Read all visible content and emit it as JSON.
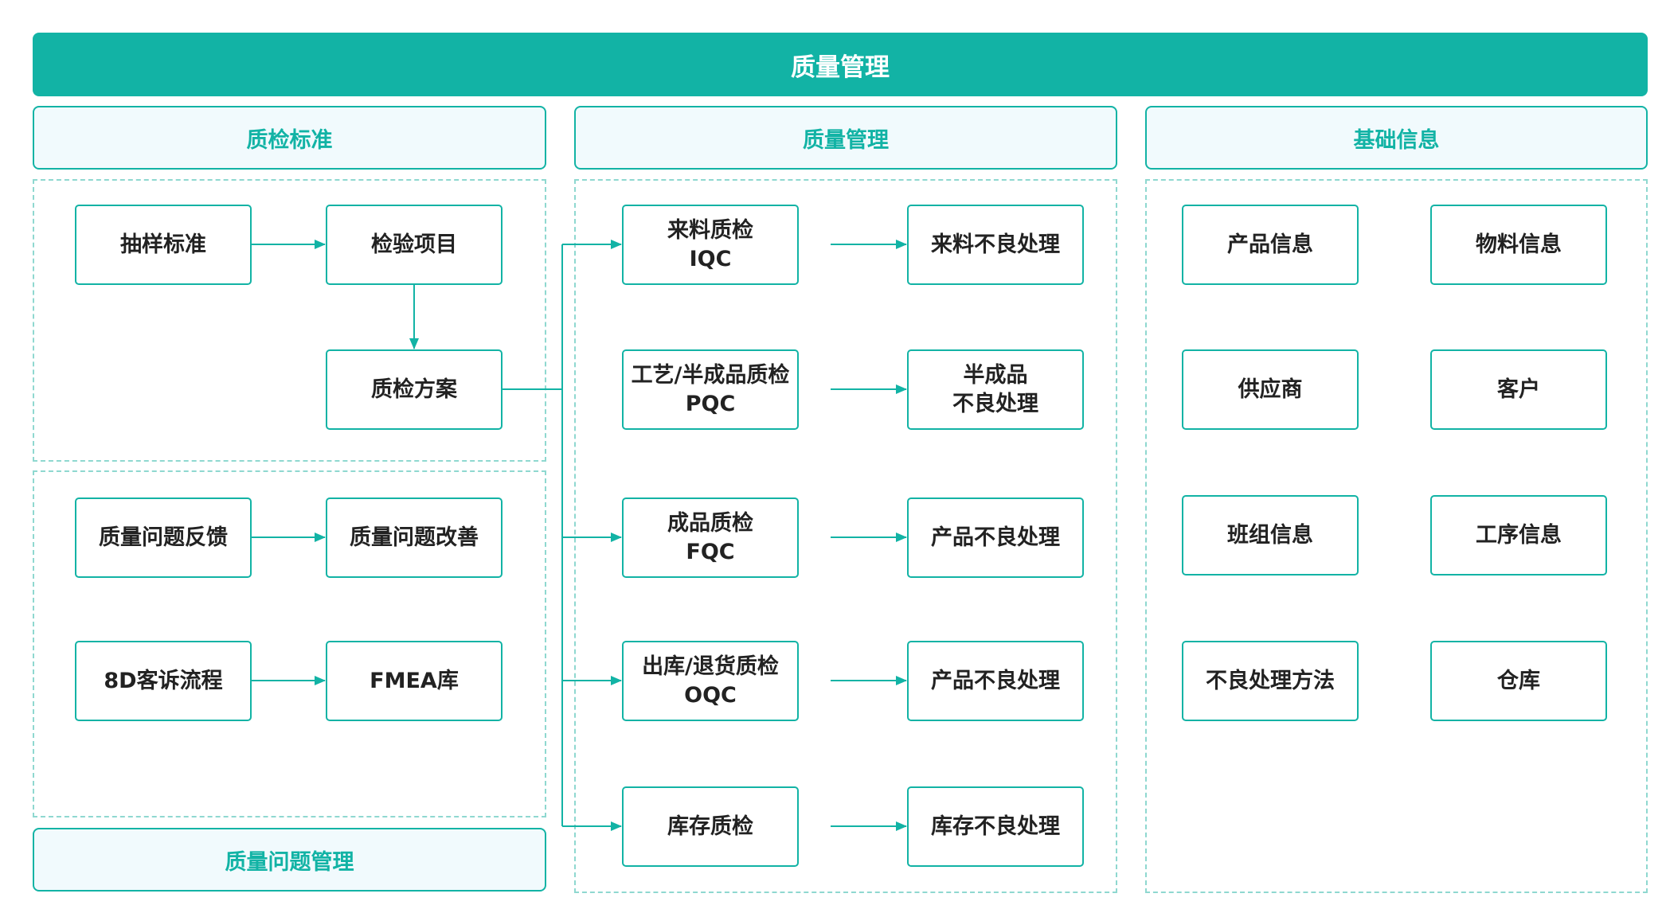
{
  "title": "质量管理",
  "sections": {
    "standard": "质检标准",
    "issues": "质量问题管理",
    "management": "质量管理",
    "basic": "基础信息"
  },
  "standard_nodes": {
    "sampling": "抽样标准",
    "items": "检验项目",
    "plan": "质检方案"
  },
  "issue_nodes": {
    "feedback": "质量问题反馈",
    "improve": "质量问题改善",
    "complaint": "8D客诉流程",
    "fmea": "FMEA库"
  },
  "inspections": [
    {
      "line1": "来料质检",
      "line2": "IQC",
      "defect1": "来料不良处理",
      "defect2": ""
    },
    {
      "line1": "工艺/半成品质检",
      "line2": "PQC",
      "defect1": "半成品",
      "defect2": "不良处理"
    },
    {
      "line1": "成品质检",
      "line2": "FQC",
      "defect1": "产品不良处理",
      "defect2": ""
    },
    {
      "line1": "出库/退货质检",
      "line2": "OQC",
      "defect1": "产品不良处理",
      "defect2": ""
    },
    {
      "line1": "库存质检",
      "line2": "",
      "defect1": "库存不良处理",
      "defect2": ""
    }
  ],
  "basic_info": {
    "product": "产品信息",
    "material": "物料信息",
    "supplier": "供应商",
    "customer": "客户",
    "team": "班组信息",
    "process": "工序信息",
    "defect_method": "不良处理方法",
    "warehouse": "仓库"
  },
  "colors": {
    "accent": "#12b3a5",
    "header_bg": "#f1fafd",
    "zone_border": "#8fd8d0"
  }
}
